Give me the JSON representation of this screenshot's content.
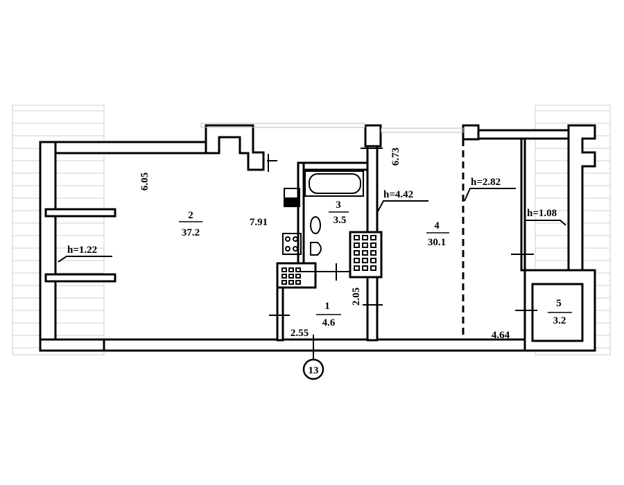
{
  "plan": {
    "rooms": [
      {
        "number": "1",
        "area": "4.6"
      },
      {
        "number": "2",
        "area": "37.2"
      },
      {
        "number": "3",
        "area": "3.5"
      },
      {
        "number": "4",
        "area": "30.1"
      },
      {
        "number": "5",
        "area": "3.2"
      }
    ],
    "dimensions": {
      "d_6_05": "6.05",
      "d_7_91": "7.91",
      "d_2_55": "2.55",
      "d_2_05": "2.05",
      "d_6_73": "6.73",
      "d_4_64": "4.64"
    },
    "heights": {
      "h_1_22": "h=1.22",
      "h_4_42": "h=4.42",
      "h_2_82": "h=2.82",
      "h_1_08": "h=1.08"
    },
    "axis_marker": "13"
  }
}
